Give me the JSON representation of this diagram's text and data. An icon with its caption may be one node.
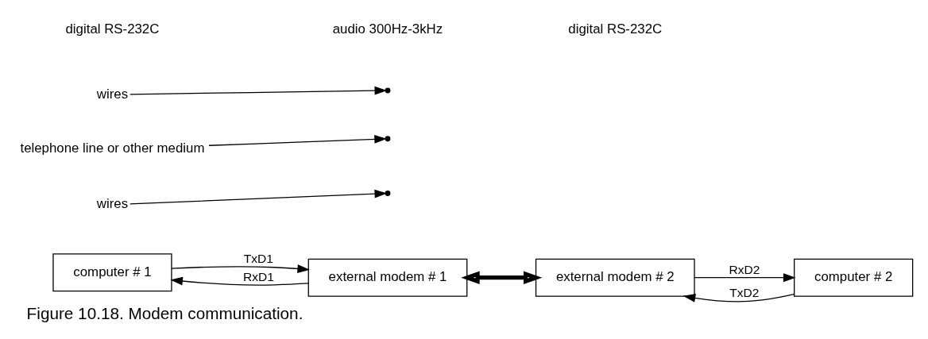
{
  "diagram": {
    "caption": "Figure 10.18. Modem communication.",
    "nodes": [
      {
        "text": [
          "computer # 1"
        ]
      },
      {
        "text": [
          "external modem # 1"
        ]
      },
      {
        "text": [
          "external modem # 2"
        ]
      },
      {
        "text": [
          "computer # 2"
        ]
      },
      {
        "text": [
          "wires"
        ]
      },
      {
        "text": [
          "telephone line or other medium"
        ]
      },
      {
        "text": [
          "wires"
        ]
      }
    ],
    "edges": [
      {
        "from": 0,
        "to": 1,
        "arrow": "to",
        "label": "TxD1"
      },
      {
        "from": 1,
        "to": 0,
        "arrow": "to",
        "label": "RxD1"
      },
      {
        "from": 1,
        "to": 2,
        "arrow": "both",
        "style": "thick"
      },
      {
        "from": 2,
        "to": 3,
        "arrow": "to",
        "label": "RxD2"
      },
      {
        "from": 3,
        "to": 2,
        "arrow": "to",
        "label": "TxD2"
      },
      {
        "from": 4,
        "to": null,
        "arrow": "to"
      },
      {
        "from": 5,
        "to": null,
        "arrow": "to"
      },
      {
        "from": 6,
        "to": null,
        "arrow": "to"
      }
    ],
    "labels": [
      "digital RS-232C",
      "audio 300Hz-3kHz",
      "digital RS-232C"
    ]
  }
}
